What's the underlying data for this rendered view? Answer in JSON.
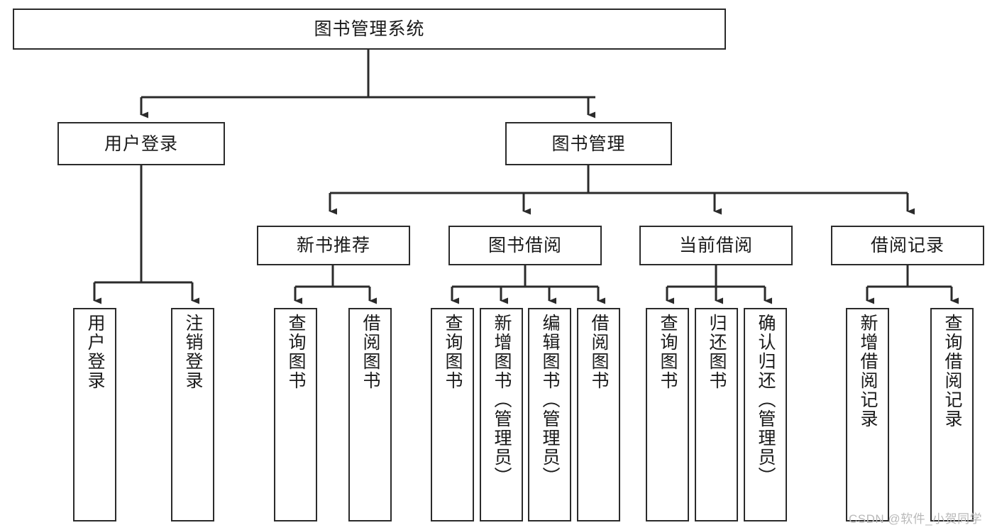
{
  "diagram": {
    "title": "图书管理系统",
    "type": "tree-hierarchy",
    "orientation": "top-down",
    "colors": {
      "box_border": "#2b2b2b",
      "box_fill": "#ffffff",
      "connector": "#2b2b2b",
      "text": "#1a1a1a",
      "watermark": "#b9b9b9",
      "background": "#ffffff"
    }
  },
  "root": {
    "label": "图书管理系统"
  },
  "level2": [
    {
      "label": "用户登录"
    },
    {
      "label": "图书管理"
    }
  ],
  "level3": [
    {
      "label": "新书推荐"
    },
    {
      "label": "图书借阅"
    },
    {
      "label": "当前借阅"
    },
    {
      "label": "借阅记录"
    }
  ],
  "leaves": {
    "user_login": [
      {
        "label": "用户登录"
      },
      {
        "label": "注销登录"
      }
    ],
    "new_book_recommend": [
      {
        "label": "查询图书"
      },
      {
        "label": "借阅图书"
      }
    ],
    "book_borrow": [
      {
        "label": "查询图书"
      },
      {
        "label": "新增图书（管理员）"
      },
      {
        "label": "编辑图书（管理员）"
      },
      {
        "label": "借阅图书"
      }
    ],
    "current_borrow": [
      {
        "label": "查询图书"
      },
      {
        "label": "归还图书"
      },
      {
        "label": "确认归还（管理员）"
      }
    ],
    "borrow_record": [
      {
        "label": "新增借阅记录"
      },
      {
        "label": "查询借阅记录"
      }
    ]
  },
  "watermark": {
    "text": "CSDN @软件_小贺同学"
  }
}
